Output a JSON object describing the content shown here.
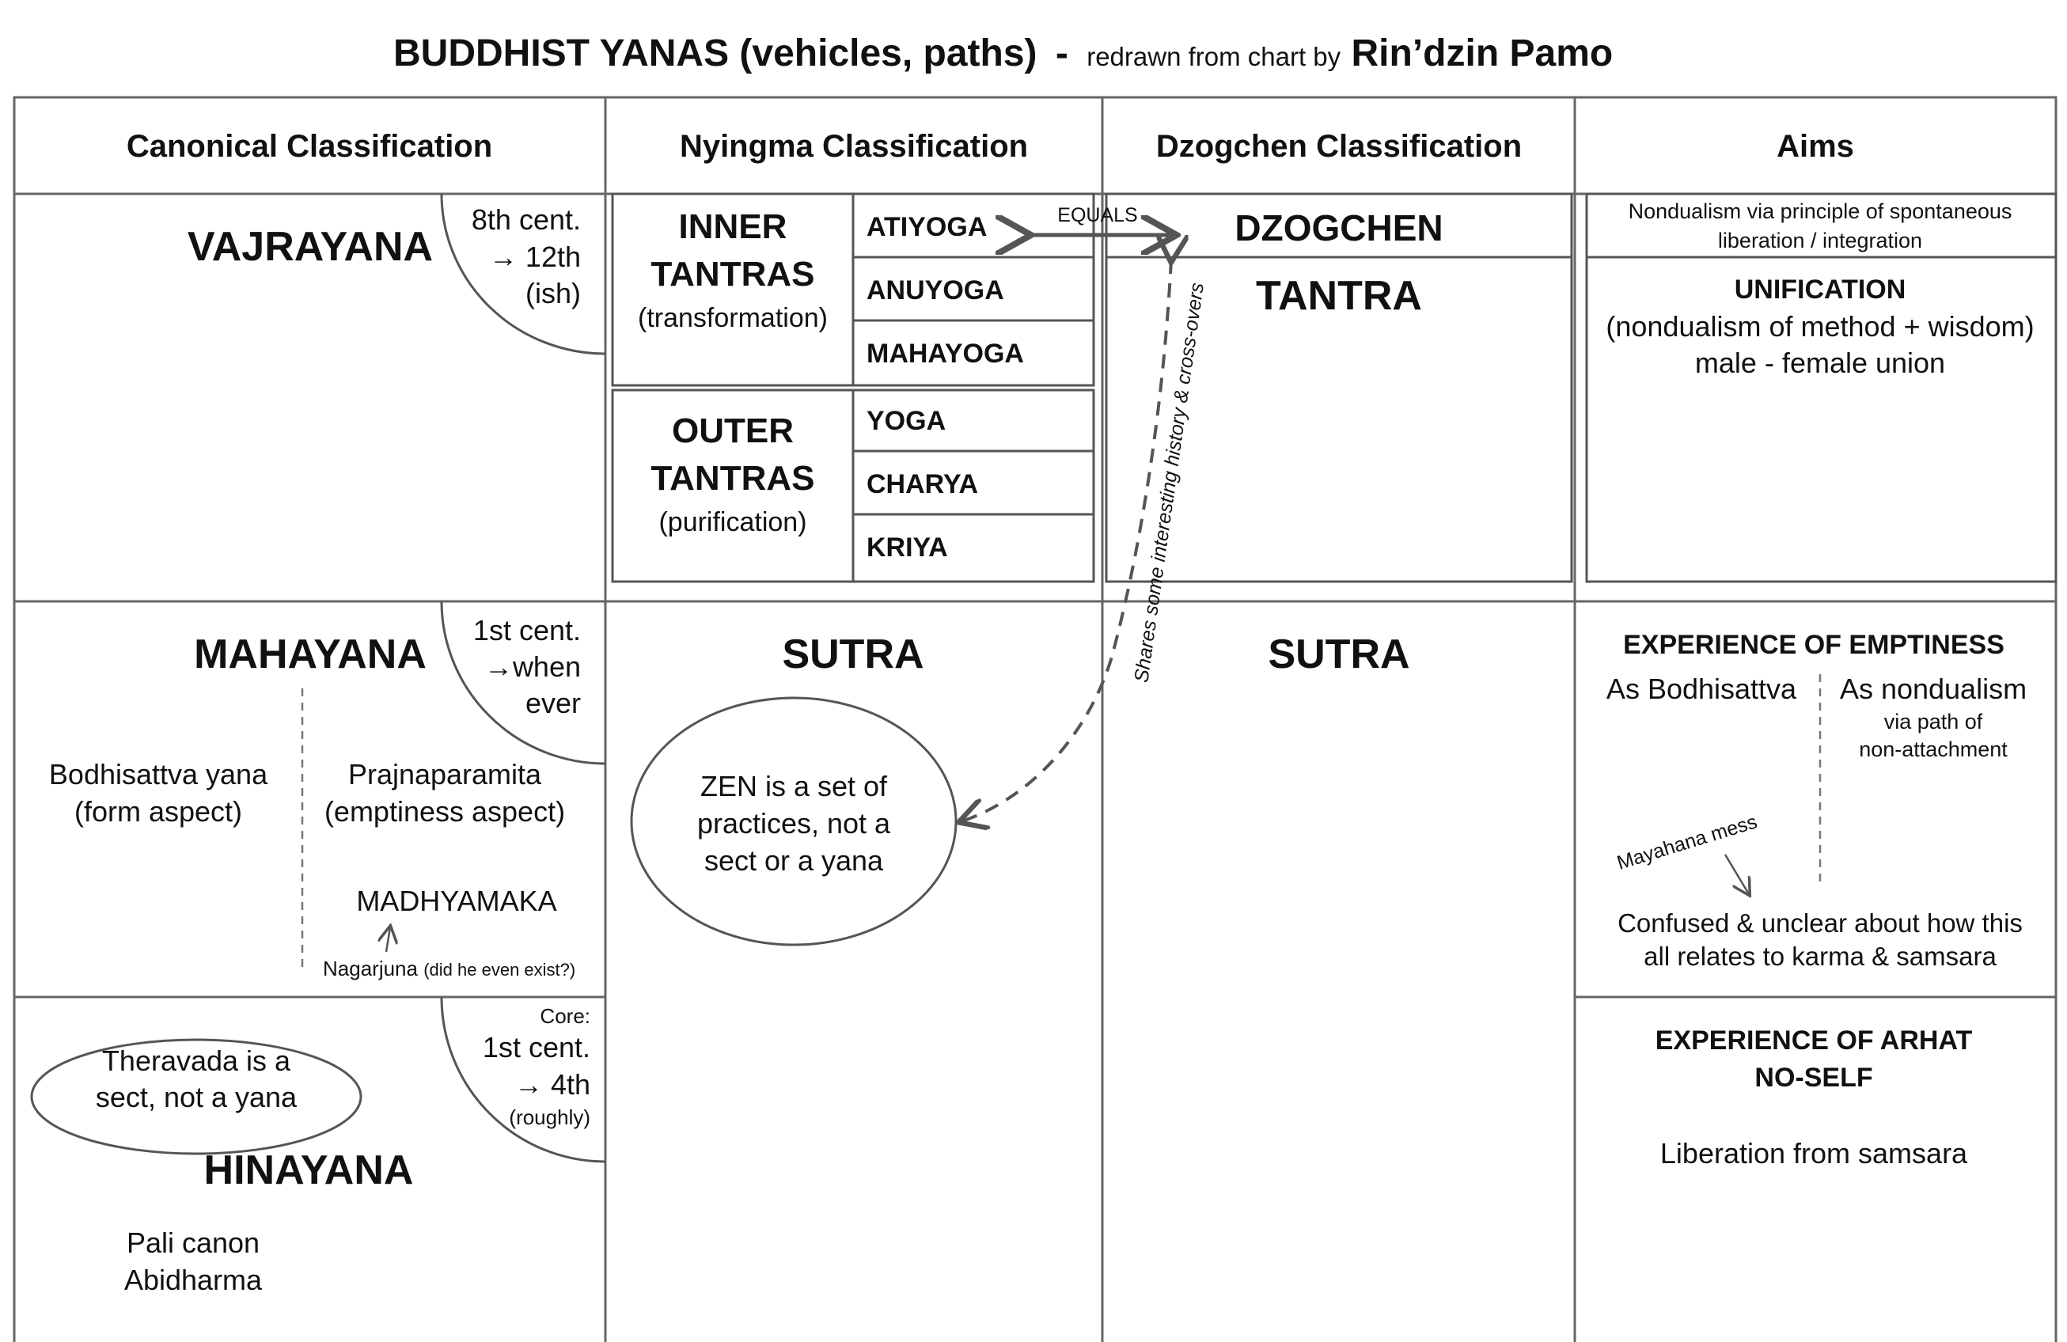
{
  "title": {
    "main": "BUDDHIST YANAS (vehicles, paths)",
    "dash": "-",
    "redrawn": "redrawn from chart by",
    "author": "Rin’dzin Pamo"
  },
  "headers": {
    "canonical": "Canonical Classification",
    "nyingma": "Nyingma Classification",
    "dzogchen": "Dzogchen Classification",
    "aims": "Aims"
  },
  "canonical": {
    "vajrayana": {
      "name": "VAJRAYANA",
      "date_lines": [
        "8th cent.",
        "→ 12th",
        "(ish)"
      ]
    },
    "mahayana": {
      "name": "MAHAYANA",
      "date_lines": [
        "1st cent.",
        "→when",
        "ever"
      ],
      "bodhisattva_lines": [
        "Bodhisattva yana",
        "(form aspect)"
      ],
      "prajna_lines": [
        "Prajnaparamita",
        "(emptiness aspect)"
      ],
      "madhyamaka": "MADHYAMAKA",
      "nagarjuna": "Nagarjuna",
      "nagarjuna_note": "(did he even exist?)"
    },
    "hinayana": {
      "name": "HINAYANA",
      "date_lines": [
        "Core:",
        "1st cent.",
        "→ 4th",
        "(roughly)"
      ],
      "theravada_lines": [
        "Theravada is a",
        "sect, not a yana"
      ],
      "canon_lines": [
        "Pali canon",
        "Abidharma"
      ]
    }
  },
  "nyingma": {
    "inner": {
      "lines": [
        "INNER",
        "TANTRAS"
      ],
      "sub": "(transformation)"
    },
    "inner_items": [
      "ATIYOGA",
      "ANUYOGA",
      "MAHAYOGA"
    ],
    "outer": {
      "lines": [
        "OUTER",
        "TANTRAS"
      ],
      "sub": "(purification)"
    },
    "outer_items": [
      "YOGA",
      "CHARYA",
      "KRIYA"
    ],
    "sutra": "SUTRA",
    "zen_lines": [
      "ZEN is a set of",
      "practices, not a",
      "sect or a yana"
    ]
  },
  "equals_label": "EQUALS",
  "crossover_label": "Shares some interesting history & cross-overs",
  "dzogchen": {
    "dzogchen": "DZOGCHEN",
    "tantra": "TANTRA",
    "sutra": "SUTRA"
  },
  "aims": {
    "dzogchen_lines": [
      "Nondualism via principle of spontaneous",
      "liberation / integration"
    ],
    "unification": "UNIFICATION",
    "unification_lines": [
      "(nondualism of method + wisdom)",
      "male - female union"
    ],
    "emptiness": "EXPERIENCE OF EMPTINESS",
    "as_bodhisattva": "As Bodhisattva",
    "as_nondualism": "As nondualism",
    "via_lines": [
      "via path of",
      "non-attachment"
    ],
    "mess": "Mayahana mess",
    "confused_lines": [
      "Confused & unclear about how this",
      "all relates to karma & samsara"
    ],
    "arhat_lines": [
      "EXPERIENCE OF ARHAT",
      "NO-SELF"
    ],
    "liberation": "Liberation from samsara"
  }
}
